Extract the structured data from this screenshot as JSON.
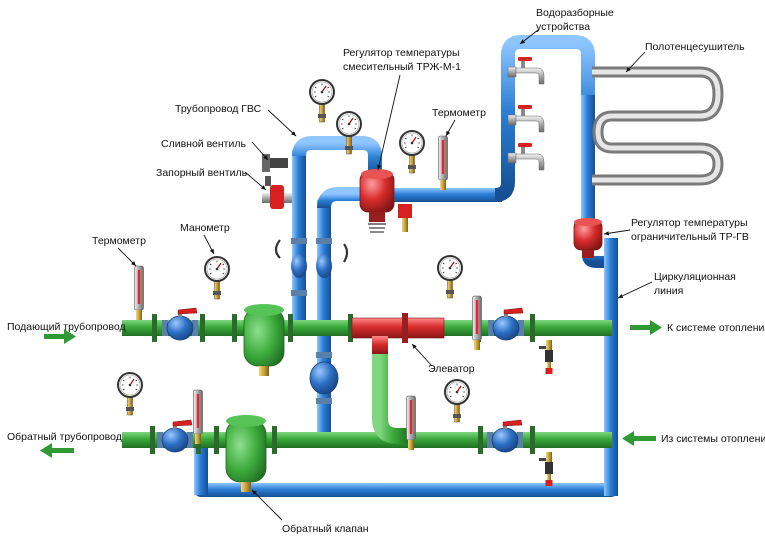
{
  "labels": {
    "supply_pipe": "Подающий трубопровод",
    "return_pipe": "Обратный трубопровод",
    "to_heating": "К системе отопления",
    "from_heating": "Из системы отопления",
    "thermometer_left": "Термометр",
    "manometer": "Манометр",
    "shutoff_valve": "Запорный вентиль",
    "drain_valve": "Сливной вентиль",
    "dhw_pipe": "Трубопровод ГВС",
    "mixing_regulator_line1": "Регулятор температуры",
    "mixing_regulator_line2": "смесительный ТРЖ-М-1",
    "thermometer_top": "Термометр",
    "taps_line1": "Водоразборные",
    "taps_line2": "устройства",
    "towel_dryer": "Полотенцесушитель",
    "limit_regulator_line1": "Регулятор температуры",
    "limit_regulator_line2": "ограничительный ТР-ГВ",
    "circulation_line1": "Циркуляционная",
    "circulation_line2": "линия",
    "elevator": "Элеватор",
    "check_valve": "Обратный клапан"
  },
  "colors": {
    "supply_green": "#3aa83a",
    "dhw_blue": "#2a7fd6",
    "regulator_red": "#d82c2c",
    "flow_arrow_green": "#2f9a34",
    "brass": "#c9a13a"
  }
}
